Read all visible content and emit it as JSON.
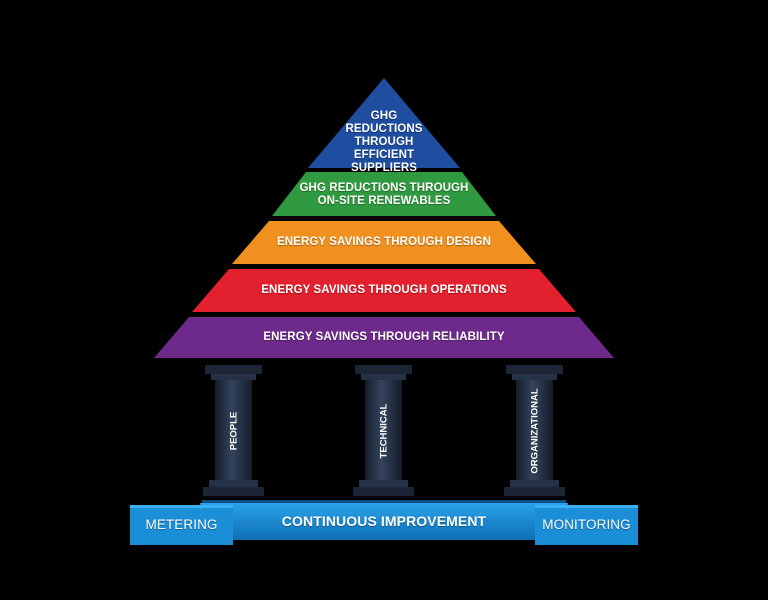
{
  "pyramid": {
    "tiers": [
      {
        "label_lines": [
          "GHG",
          "REDUCTIONS",
          "THROUGH",
          "EFFICIENT SUPPLIERS"
        ],
        "color": "#1f4ea1"
      },
      {
        "label_lines": [
          "GHG REDUCTIONS THROUGH",
          "ON-SITE RENEWABLES"
        ],
        "color": "#2f9a3f"
      },
      {
        "label_lines": [
          "ENERGY SAVINGS THROUGH DESIGN"
        ],
        "color": "#f0901f"
      },
      {
        "label_lines": [
          "ENERGY SAVINGS THROUGH OPERATIONS"
        ],
        "color": "#e2202e"
      },
      {
        "label_lines": [
          "ENERGY SAVINGS THROUGH RELIABILITY"
        ],
        "color": "#6d2a8a"
      }
    ]
  },
  "pillars": [
    {
      "label": "PEOPLE"
    },
    {
      "label": "TECHNICAL"
    },
    {
      "label": "ORGANIZATIONAL"
    }
  ],
  "base": {
    "label": "CONTINUOUS IMPROVEMENT",
    "left_label": "METERING",
    "right_label": "MONITORING",
    "color": "#1a8ed6"
  },
  "colors": {
    "pillar": "#1f2a3d",
    "pillar_shade": "#2d3b52",
    "background": "#000000"
  }
}
